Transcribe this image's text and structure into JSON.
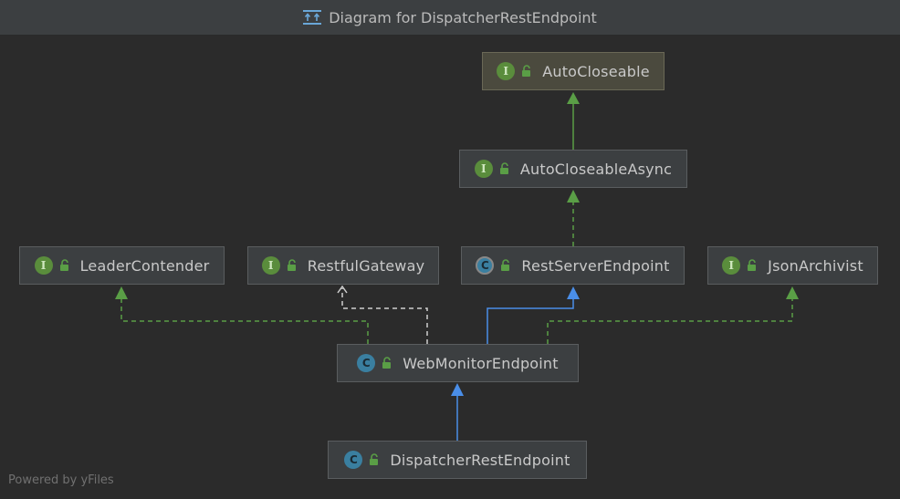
{
  "window": {
    "title": "Diagram for DispatcherRestEndpoint",
    "title_icon": "diagram-icon"
  },
  "nodes": {
    "autocloseable": {
      "label": "AutoCloseable",
      "kind": "interface"
    },
    "autocloseableasync": {
      "label": "AutoCloseableAsync",
      "kind": "interface"
    },
    "leadercontender": {
      "label": "LeaderContender",
      "kind": "interface"
    },
    "restfulgateway": {
      "label": "RestfulGateway",
      "kind": "interface"
    },
    "restserverendpoint": {
      "label": "RestServerEndpoint",
      "kind": "abstract-class"
    },
    "jsonarchivist": {
      "label": "JsonArchivist",
      "kind": "interface"
    },
    "webmonitorendpoint": {
      "label": "WebMonitorEndpoint",
      "kind": "class"
    },
    "dispatcherrestendpoint": {
      "label": "DispatcherRestEndpoint",
      "kind": "class"
    }
  },
  "badges": {
    "interface": "I",
    "class": "C",
    "abstract_class": "C"
  },
  "colors": {
    "implements_edge": "#5a9e46",
    "extends_edge": "#4a8ee8",
    "dependency_edge": "#cfcfcf",
    "interface_badge": "#5a8d3c",
    "class_badge": "#3a7fa0"
  },
  "footer": {
    "text": "Powered by yFiles"
  }
}
